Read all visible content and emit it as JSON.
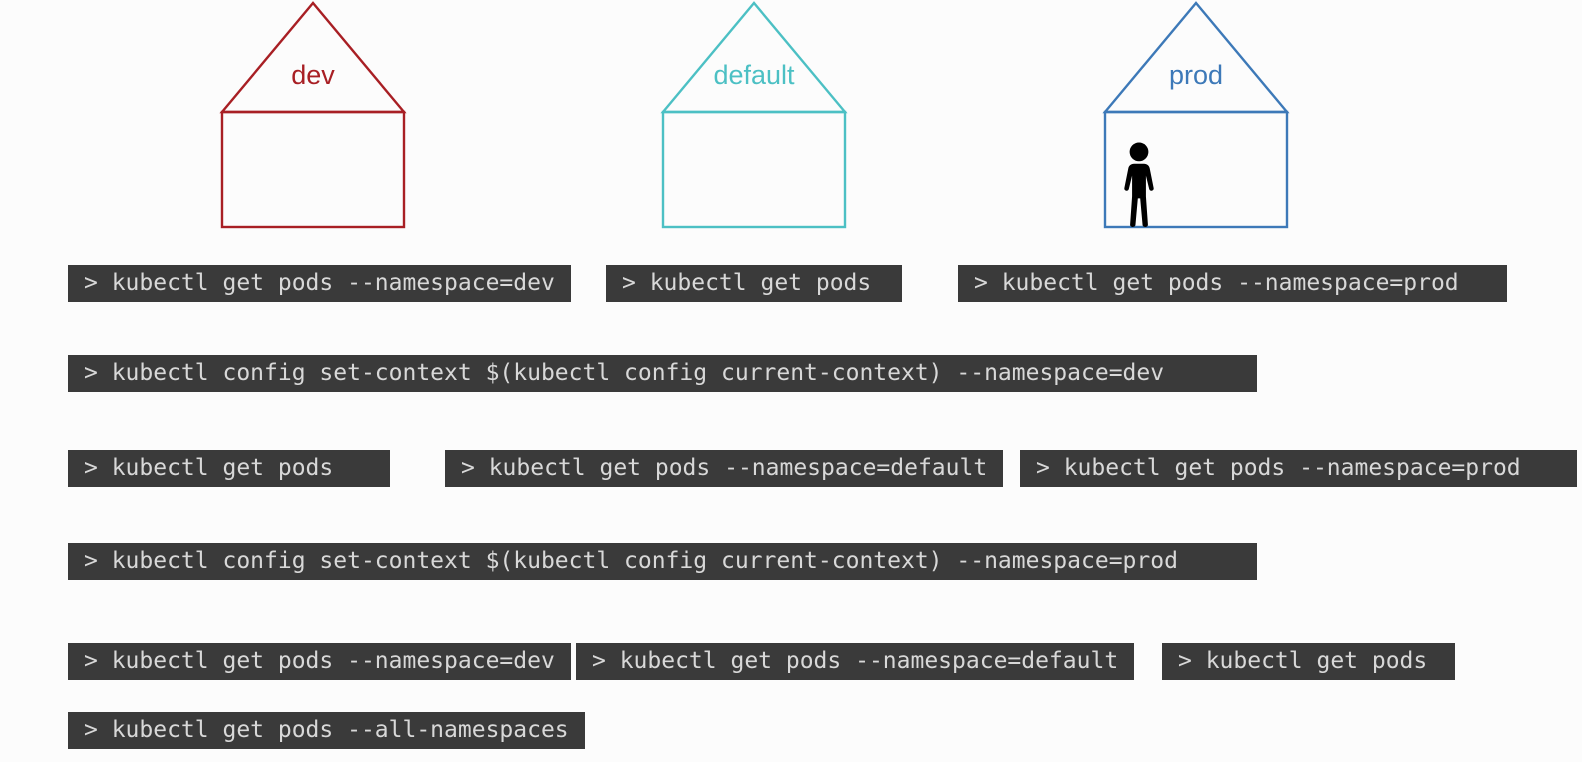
{
  "slide": {
    "background_color": "#fcfcfc"
  },
  "namespaces": [
    {
      "label": "dev",
      "color": "#a81f24",
      "has_person": false
    },
    {
      "label": "default",
      "color": "#4cc0c4",
      "has_person": false
    },
    {
      "label": "prod",
      "color": "#3d79b8",
      "has_person": true
    }
  ],
  "icons": {
    "person": {
      "name": "person-icon",
      "color": "#000000"
    }
  },
  "terminal_style": {
    "background": "#3a3a3a",
    "text_color": "#d8d8d8",
    "prompt": ">"
  },
  "command_rows": [
    {
      "commands": [
        "> kubectl get pods --namespace=dev",
        "> kubectl get pods",
        "> kubectl get pods --namespace=prod"
      ]
    },
    {
      "commands": [
        "> kubectl config set-context $(kubectl config current-context) --namespace=dev"
      ]
    },
    {
      "commands": [
        "> kubectl get pods",
        "> kubectl get pods --namespace=default",
        "> kubectl get pods --namespace=prod"
      ]
    },
    {
      "commands": [
        "> kubectl config set-context $(kubectl config current-context) --namespace=prod"
      ]
    },
    {
      "commands": [
        "> kubectl get pods --namespace=dev",
        "> kubectl get pods --namespace=default",
        "> kubectl get pods"
      ]
    },
    {
      "commands": [
        "> kubectl get pods --all-namespaces"
      ]
    }
  ]
}
